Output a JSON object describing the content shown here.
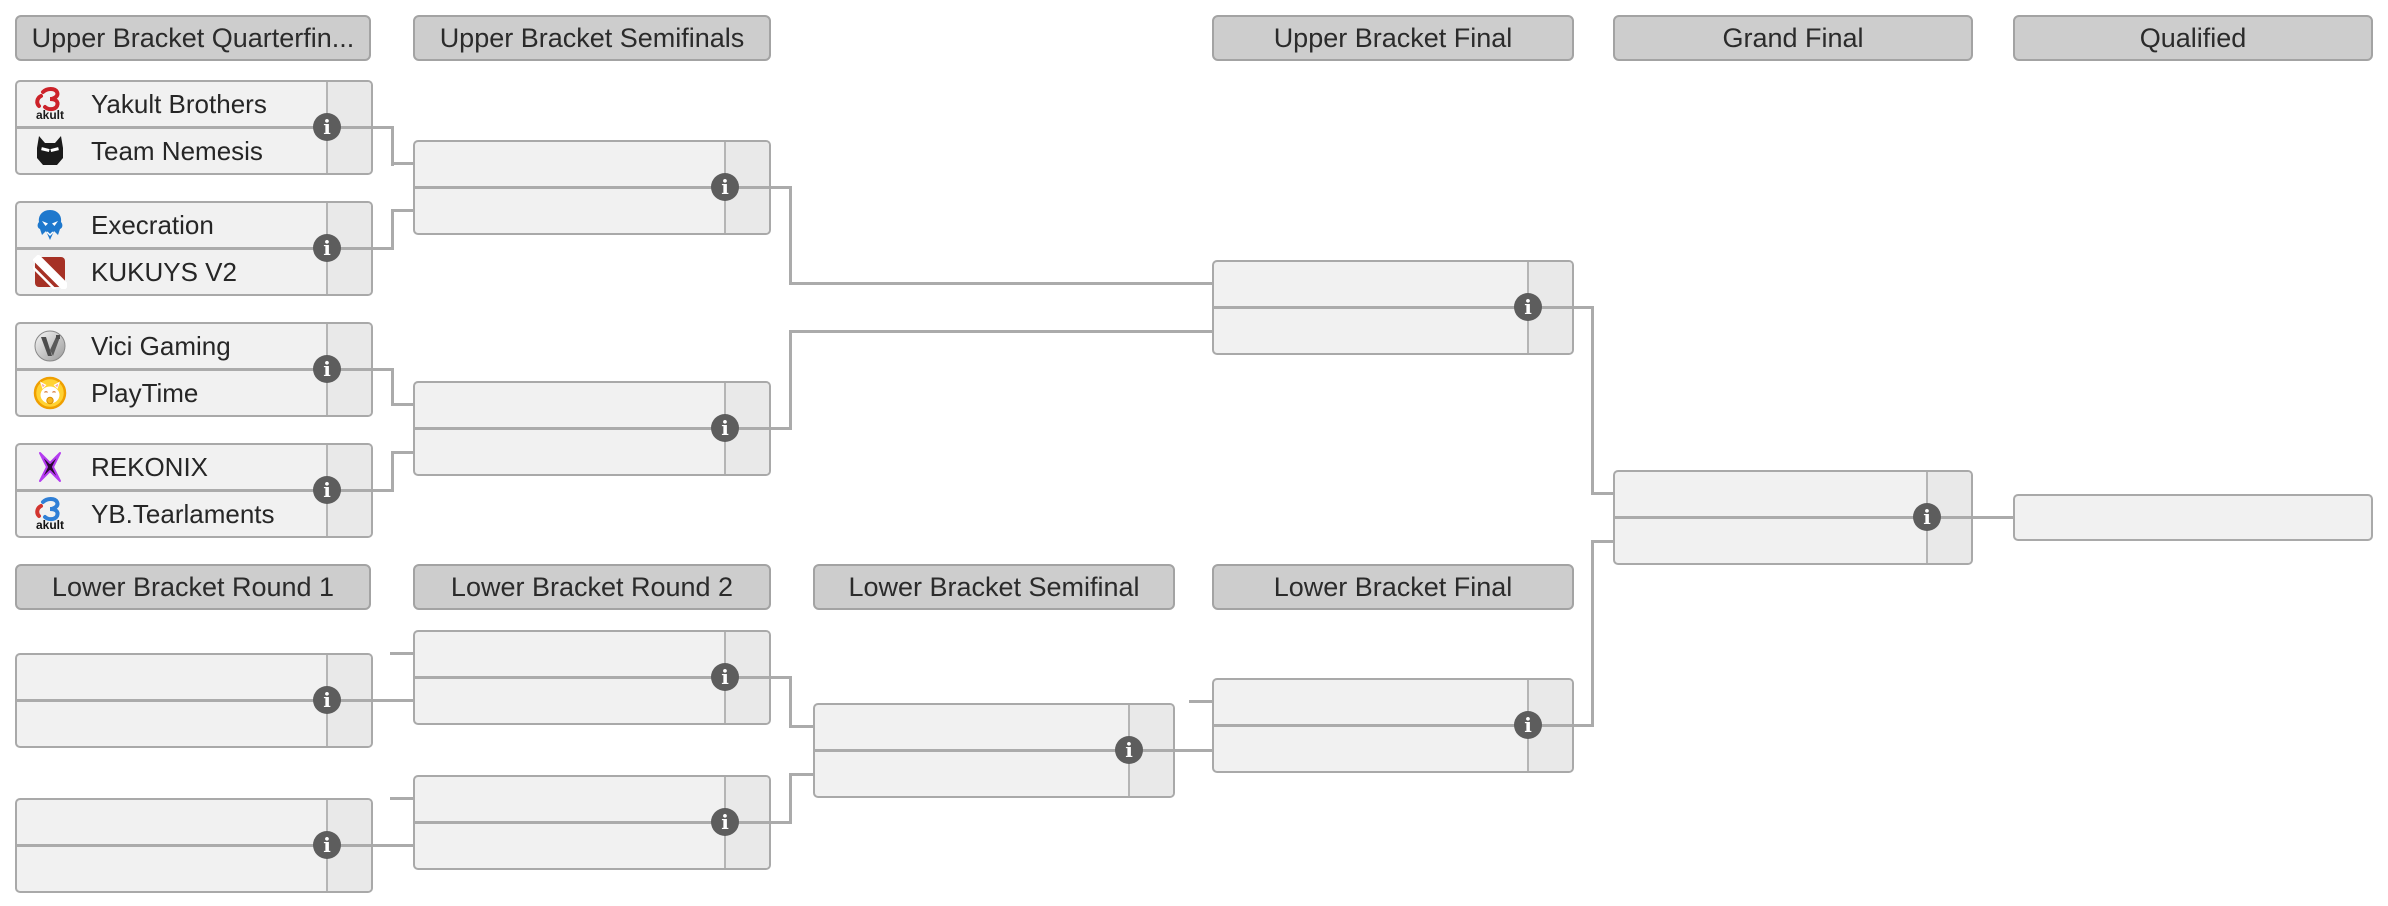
{
  "headers": {
    "ub_quarterfinals": "Upper Bracket Quarterfin...",
    "ub_semifinals": "Upper Bracket Semifinals",
    "ub_final": "Upper Bracket Final",
    "grand_final": "Grand Final",
    "qualified": "Qualified",
    "lb_round1": "Lower Bracket Round 1",
    "lb_round2": "Lower Bracket Round 2",
    "lb_semifinal": "Lower Bracket Semifinal",
    "lb_final": "Lower Bracket Final"
  },
  "matches": {
    "ub_qf1": {
      "top": {
        "name": "Yakult Brothers",
        "score": ""
      },
      "bottom": {
        "name": "Team Nemesis",
        "score": ""
      }
    },
    "ub_qf2": {
      "top": {
        "name": "Execration",
        "score": ""
      },
      "bottom": {
        "name": "KUKUYS V2",
        "score": ""
      }
    },
    "ub_qf3": {
      "top": {
        "name": "Vici Gaming",
        "score": ""
      },
      "bottom": {
        "name": "PlayTime",
        "score": ""
      }
    },
    "ub_qf4": {
      "top": {
        "name": "REKONIX",
        "score": ""
      },
      "bottom": {
        "name": "YB.Tearlaments",
        "score": ""
      }
    },
    "ub_sf1": {
      "top": {
        "name": "",
        "score": ""
      },
      "bottom": {
        "name": "",
        "score": ""
      }
    },
    "ub_sf2": {
      "top": {
        "name": "",
        "score": ""
      },
      "bottom": {
        "name": "",
        "score": ""
      }
    },
    "ub_final": {
      "top": {
        "name": "",
        "score": ""
      },
      "bottom": {
        "name": "",
        "score": ""
      }
    },
    "grand_final": {
      "top": {
        "name": "",
        "score": ""
      },
      "bottom": {
        "name": "",
        "score": ""
      }
    },
    "lb_r1_m1": {
      "top": {
        "name": "",
        "score": ""
      },
      "bottom": {
        "name": "",
        "score": ""
      }
    },
    "lb_r1_m2": {
      "top": {
        "name": "",
        "score": ""
      },
      "bottom": {
        "name": "",
        "score": ""
      }
    },
    "lb_r2_m1": {
      "top": {
        "name": "",
        "score": ""
      },
      "bottom": {
        "name": "",
        "score": ""
      }
    },
    "lb_r2_m2": {
      "top": {
        "name": "",
        "score": ""
      },
      "bottom": {
        "name": "",
        "score": ""
      }
    },
    "lb_sf": {
      "top": {
        "name": "",
        "score": ""
      },
      "bottom": {
        "name": "",
        "score": ""
      }
    },
    "lb_final": {
      "top": {
        "name": "",
        "score": ""
      },
      "bottom": {
        "name": "",
        "score": ""
      }
    }
  },
  "qualified_slot": {
    "name": ""
  },
  "icons": {
    "info_glyph": "i",
    "team_logos": [
      "yakult-brothers-logo",
      "team-nemesis-logo",
      "execration-logo",
      "kukuys-dota-logo",
      "vici-gaming-logo",
      "playtime-logo",
      "rekonix-logo",
      "yb-tearlaments-logo"
    ]
  },
  "colors": {
    "header_bg": "#cdcdcd",
    "header_border": "#a3a3a3",
    "box_bg": "#f1f1f1",
    "box_border": "#a9a9a9",
    "score_cell_bg": "#e9e9e9",
    "connector_line": "#ababab",
    "info_icon_bg": "#5d5d5d",
    "team_text": "#262626",
    "yakult_red": "#cc2229",
    "execration_blue": "#1e78cd",
    "dota_red": "#a63125",
    "playtime_yellow": "#ffd233",
    "rekonix_purple": "#b43bf0",
    "tearlaments_blue": "#2f7fd6"
  }
}
